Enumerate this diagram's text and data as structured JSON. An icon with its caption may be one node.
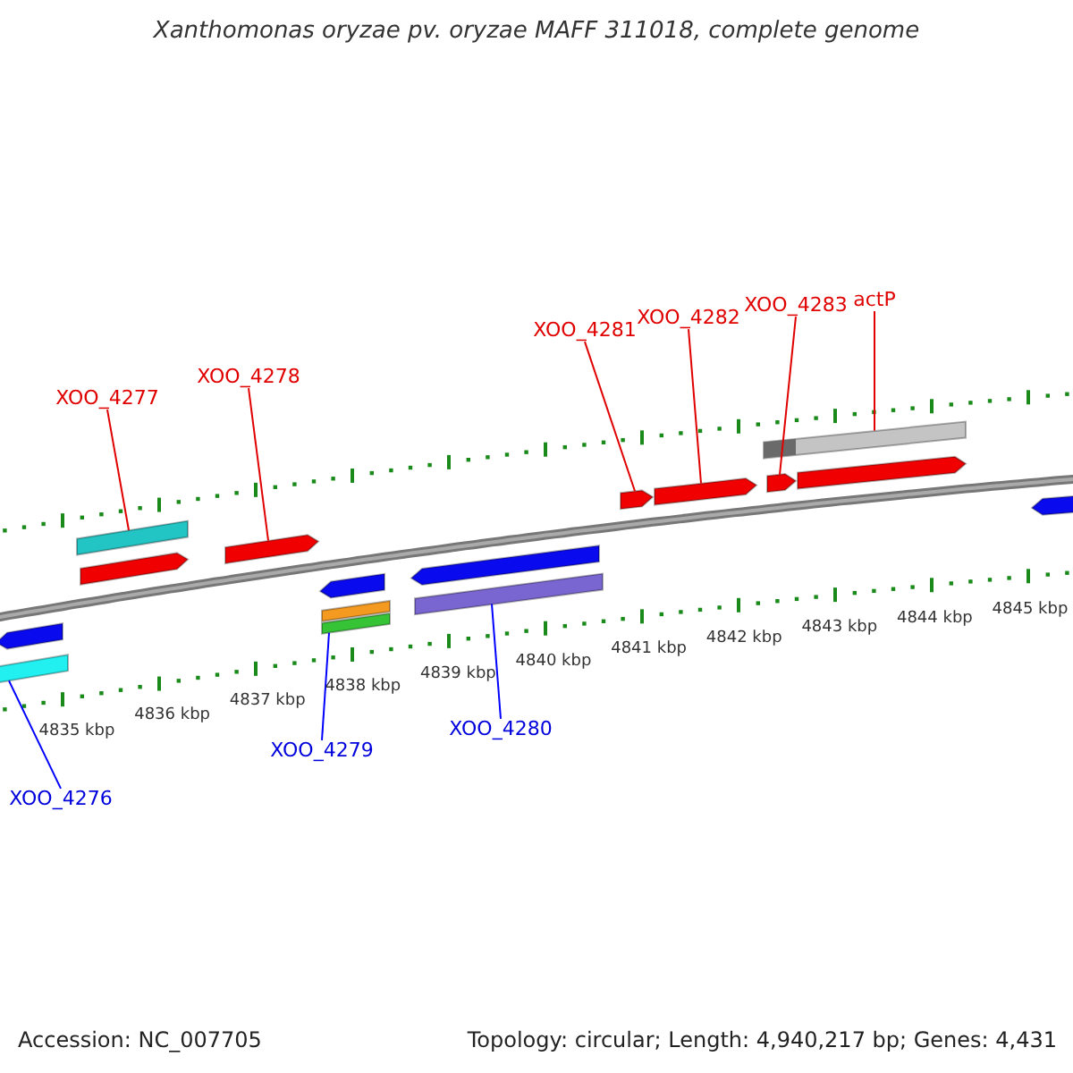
{
  "diagram": {
    "title": "Xanthomonas oryzae pv. oryzae MAFF 311018, complete genome",
    "nodes": [
      {
        "text": [
          "XOO_4277"
        ]
      },
      {
        "text": [
          "XOO_4278"
        ]
      },
      {
        "text": [
          "XOO_4281"
        ]
      },
      {
        "text": [
          "XOO_4282"
        ]
      },
      {
        "text": [
          "XOO_4283"
        ]
      },
      {
        "text": [
          "actP"
        ]
      },
      {
        "text": [
          "XOO_4276"
        ]
      },
      {
        "text": [
          "XOO_4279"
        ]
      },
      {
        "text": [
          "XOO_4280"
        ]
      },
      {
        "text": [],
        "shape": "bar"
      },
      {
        "text": [],
        "shape": "bar"
      },
      {
        "text": [],
        "shape": "bar"
      },
      {
        "text": [],
        "shape": "bar"
      },
      {
        "text": [],
        "shape": "bar"
      },
      {
        "text": [],
        "shape": "bar"
      },
      {
        "text": [],
        "shape": "bar"
      },
      {
        "text": [],
        "shape": "bar"
      },
      {
        "text": [],
        "shape": "bar"
      },
      {
        "text": [],
        "shape": "bar"
      },
      {
        "text": [],
        "shape": "bar"
      },
      {
        "text": [],
        "shape": "bar"
      },
      {
        "text": [],
        "shape": "bar"
      },
      {
        "text": [],
        "shape": "bar"
      },
      {
        "text": [],
        "shape": "bar"
      },
      {
        "text": [],
        "shape": "bar"
      }
    ],
    "edges": [
      {
        "from": 0,
        "to": 10,
        "arrow": "none"
      },
      {
        "from": 1,
        "to": 11,
        "arrow": "none"
      },
      {
        "from": 2,
        "to": 14,
        "arrow": "none"
      },
      {
        "from": 3,
        "to": 15,
        "arrow": "none"
      },
      {
        "from": 4,
        "to": 16,
        "arrow": "none"
      },
      {
        "from": 5,
        "to": 17,
        "arrow": "none"
      },
      {
        "from": 6,
        "to": 9,
        "arrow": "none",
        "color": "#0000ff"
      },
      {
        "from": 7,
        "to": 12,
        "arrow": "none",
        "color": "#0000ff"
      },
      {
        "from": 8,
        "to": 13,
        "arrow": "none",
        "color": "#0000ff"
      }
    ],
    "labels": [
      "4835 kbp",
      "4836 kbp",
      "4837 kbp",
      "4838 kbp",
      "4839 kbp",
      "4840 kbp",
      "4841 kbp",
      "4842 kbp",
      "4843 kbp",
      "4844 kbp",
      "4845 kbp",
      "Accession: NC_007705",
      "Topology: circular; Length: 4,940,217 bp; Genes: 4,431"
    ]
  }
}
